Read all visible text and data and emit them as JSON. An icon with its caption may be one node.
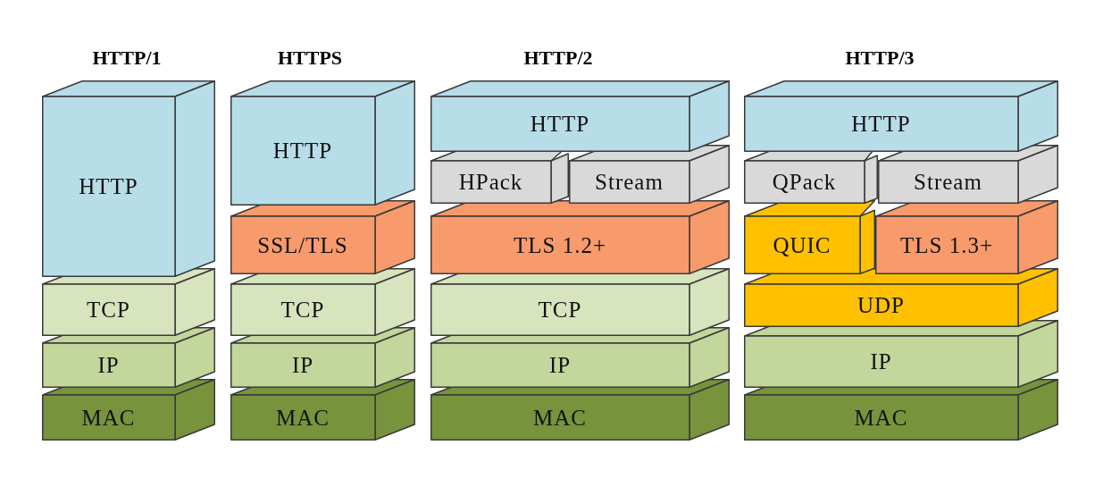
{
  "diagram": {
    "nodes": [
      {
        "text": [
          "HTTP"
        ]
      },
      {
        "text": [
          "TCP"
        ]
      },
      {
        "text": [
          "IP"
        ]
      },
      {
        "text": [
          "MAC"
        ]
      },
      {
        "text": [
          "HTTP"
        ]
      },
      {
        "text": [
          "SSL/TLS"
        ]
      },
      {
        "text": [
          "TCP"
        ]
      },
      {
        "text": [
          "IP"
        ]
      },
      {
        "text": [
          "MAC"
        ]
      },
      {
        "text": [
          "HTTP"
        ]
      },
      {
        "text": [
          "HPack"
        ]
      },
      {
        "text": [
          "Stream"
        ]
      },
      {
        "text": [
          "TLS 1.2+"
        ]
      },
      {
        "text": [
          "TCP"
        ]
      },
      {
        "text": [
          "IP"
        ]
      },
      {
        "text": [
          "MAC"
        ]
      },
      {
        "text": [
          "HTTP"
        ]
      },
      {
        "text": [
          "QPack"
        ]
      },
      {
        "text": [
          "Stream"
        ]
      },
      {
        "text": [
          "QUIC"
        ]
      },
      {
        "text": [
          "TLS 1.3+"
        ]
      },
      {
        "text": [
          "UDP"
        ]
      },
      {
        "text": [
          "IP"
        ]
      },
      {
        "text": [
          "MAC"
        ]
      }
    ],
    "labels": [
      "HTTP/1",
      "HTTPS",
      "HTTP/2",
      "HTTP/3"
    ]
  }
}
